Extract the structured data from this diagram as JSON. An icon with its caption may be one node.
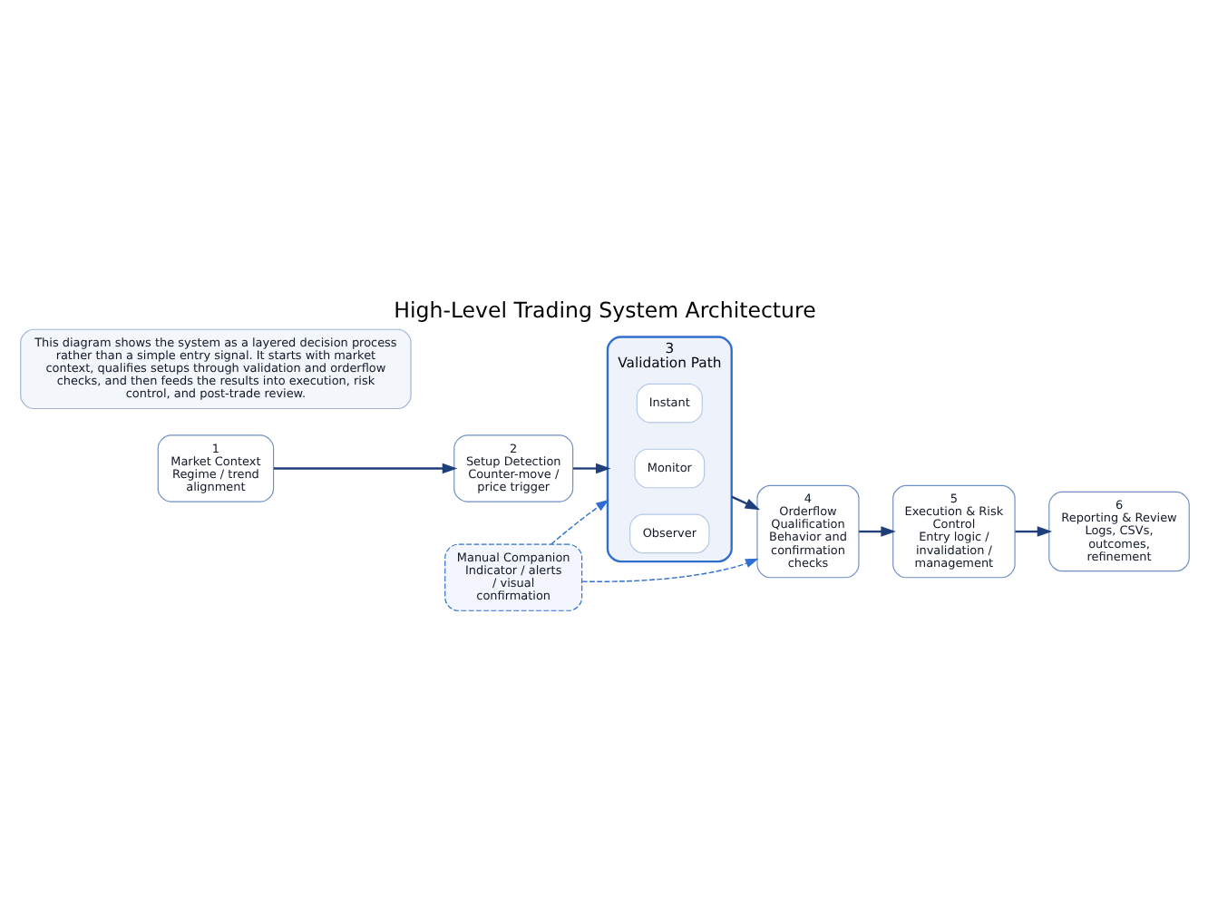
{
  "diagram": {
    "title": "High-Level Trading System Architecture",
    "nodes": [
      {
        "text": [
          "1",
          "Market Context",
          "Regime / trend alignment"
        ]
      },
      {
        "text": [
          "2",
          "Setup Detection",
          "Counter-move / price trigger"
        ]
      },
      {
        "text": [
          "3",
          "Validation Path"
        ]
      },
      {
        "text": [
          "Instant"
        ],
        "in": 2
      },
      {
        "text": [
          "Monitor"
        ],
        "in": 2
      },
      {
        "text": [
          "Observer"
        ],
        "in": 2
      },
      {
        "text": [
          "4",
          "Orderflow Qualification",
          "Behavior and confirmation checks"
        ]
      },
      {
        "text": [
          "5",
          "Execution & Risk Control",
          "Entry logic / invalidation / management"
        ]
      },
      {
        "text": [
          "6",
          "Reporting & Review",
          "Logs, CSVs, outcomes, refinement"
        ]
      },
      {
        "text": [
          "Manual Companion",
          "Indicator / alerts / visual confirmation"
        ]
      },
      {
        "text": [
          "This diagram shows the system as a layered decision process rather than a simple entry signal. It starts with market context, qualifies setups through validation and orderflow checks, and then feeds the results into execution, risk control, and post-trade review."
        ]
      }
    ],
    "edges": [
      {
        "from": 0,
        "to": 1,
        "arrow": "to"
      },
      {
        "from": 1,
        "to": 2,
        "arrow": "to"
      },
      {
        "from": 2,
        "to": 6,
        "arrow": "to"
      },
      {
        "from": 6,
        "to": 7,
        "arrow": "to"
      },
      {
        "from": 7,
        "to": 8,
        "arrow": "to"
      },
      {
        "from": 9,
        "to": 2,
        "arrow": "to",
        "style": "dashed",
        "color": "#2f6fd0"
      },
      {
        "from": 9,
        "to": 6,
        "arrow": "to",
        "style": "dashed",
        "color": "#2f6fd0"
      }
    ]
  }
}
